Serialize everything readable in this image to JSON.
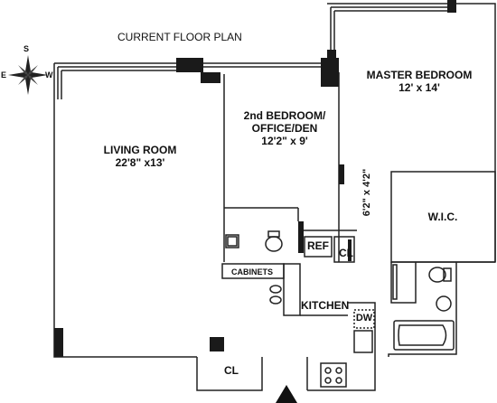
{
  "title": "CURRENT FLOOR PLAN",
  "compass": {
    "north": "S",
    "east": "E",
    "west": "W"
  },
  "rooms": {
    "living": {
      "name": "LIVING ROOM",
      "size": "22'8\" x13'"
    },
    "den": {
      "name_line1": "2nd BEDROOM/",
      "name_line2": "OFFICE/DEN",
      "size": "12'2\" x 9'"
    },
    "master": {
      "name": "MASTER BEDROOM",
      "size": "12' x 14'"
    },
    "hall": {
      "size": "6'2\" x 4'2\""
    },
    "wic": {
      "name": "W.I.C."
    },
    "kitchen": {
      "name": "KITCHEN"
    }
  },
  "fixtures": {
    "ref": "REF",
    "cl_hall": "CL",
    "cl_entry": "CL",
    "cabinets": "CABINETS",
    "dw": "DW"
  },
  "colors": {
    "wall": "#1a1a1a",
    "line": "#222222"
  }
}
